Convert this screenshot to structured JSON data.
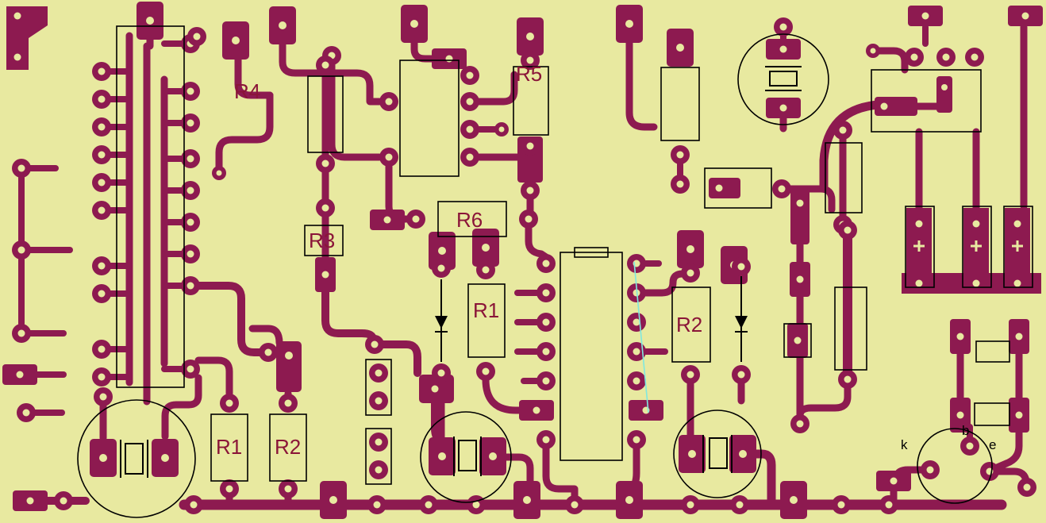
{
  "colors": {
    "background": "#e8e9a0",
    "copper": "#8d1a50",
    "silkscreen": "#000000",
    "label": "#8a1538",
    "hole": "#e8e9a0",
    "ratsnest": "#7fe8e0"
  },
  "labels": {
    "r4": "R4",
    "r5": "R5",
    "r6": "R6",
    "r3": "R3",
    "r1_mid": "R1",
    "r2_mid": "R2",
    "r1_bot": "R1",
    "r2_bot": "R2",
    "pin_k": "k",
    "pin_b": "b",
    "pin_e": "e"
  }
}
